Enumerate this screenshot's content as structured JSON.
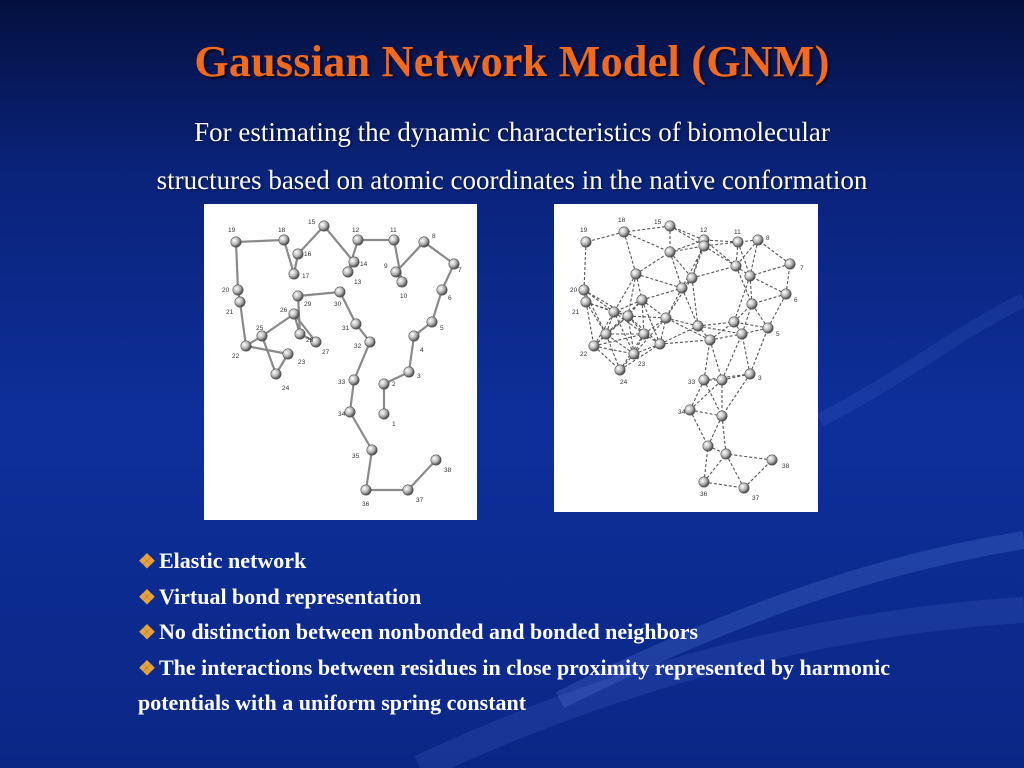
{
  "slide": {
    "title": "Gaussian Network Model (GNM)",
    "subtitle_line1": "For estimating the dynamic characteristics of biomolecular",
    "subtitle_line2": "structures based on atomic coordinates in the native conformation"
  },
  "bullets": [
    {
      "icon": "diamond-bullet-icon",
      "text": "Elastic network"
    },
    {
      "icon": "diamond-bullet-icon",
      "text": "Virtual bond representation"
    },
    {
      "icon": "diamond-bullet-icon",
      "text": "No distinction between nonbonded and bonded neighbors"
    },
    {
      "icon": "diamond-bullet-icon",
      "text": "The interactions between residues in close proximity represented by harmonic potentials with a uniform spring constant"
    }
  ],
  "bullet_glyph": "❖",
  "colors": {
    "title": "#f26a1b",
    "text": "#ffffff",
    "bullet": "#e8a23b",
    "background": "#0e2f9a"
  },
  "figures": {
    "left": {
      "nodes": [
        {
          "id": "1",
          "label": "1"
        },
        {
          "id": "2",
          "label": "2"
        },
        {
          "id": "3",
          "label": "3"
        },
        {
          "id": "4",
          "label": "4"
        },
        {
          "id": "5",
          "label": "5"
        },
        {
          "id": "6",
          "label": "6"
        },
        {
          "id": "7",
          "label": "7"
        },
        {
          "id": "8",
          "label": "8"
        },
        {
          "id": "9",
          "label": "9"
        },
        {
          "id": "10",
          "label": "10"
        },
        {
          "id": "11",
          "label": "11"
        },
        {
          "id": "12",
          "label": "12"
        },
        {
          "id": "13",
          "label": "13"
        },
        {
          "id": "14",
          "label": "14"
        },
        {
          "id": "15",
          "label": "15"
        },
        {
          "id": "16",
          "label": "16"
        },
        {
          "id": "17",
          "label": "17"
        },
        {
          "id": "18",
          "label": "18"
        },
        {
          "id": "19",
          "label": "19"
        },
        {
          "id": "20",
          "label": "20"
        },
        {
          "id": "21",
          "label": "21"
        },
        {
          "id": "22",
          "label": "22"
        },
        {
          "id": "23",
          "label": "23"
        },
        {
          "id": "24",
          "label": "24"
        },
        {
          "id": "25",
          "label": "25"
        },
        {
          "id": "26",
          "label": "26"
        },
        {
          "id": "27",
          "label": "27"
        },
        {
          "id": "28",
          "label": "28"
        },
        {
          "id": "29",
          "label": "29"
        },
        {
          "id": "30",
          "label": "30"
        },
        {
          "id": "31",
          "label": "31"
        },
        {
          "id": "32",
          "label": "32"
        },
        {
          "id": "33",
          "label": "33"
        },
        {
          "id": "34",
          "label": "34"
        },
        {
          "id": "35",
          "label": "35"
        },
        {
          "id": "36",
          "label": "36"
        },
        {
          "id": "37",
          "label": "37"
        },
        {
          "id": "38",
          "label": "38"
        }
      ]
    },
    "right": {
      "nodes": [
        {
          "id": "3",
          "label": "3"
        },
        {
          "id": "5",
          "label": "5"
        },
        {
          "id": "6",
          "label": "6"
        },
        {
          "id": "7",
          "label": "7"
        },
        {
          "id": "8",
          "label": "8"
        },
        {
          "id": "11",
          "label": "11"
        },
        {
          "id": "12",
          "label": "12"
        },
        {
          "id": "15",
          "label": "15"
        },
        {
          "id": "18",
          "label": "18"
        },
        {
          "id": "19",
          "label": "19"
        },
        {
          "id": "20",
          "label": "20"
        },
        {
          "id": "21",
          "label": "21"
        },
        {
          "id": "22",
          "label": "22"
        },
        {
          "id": "23",
          "label": "23"
        },
        {
          "id": "24",
          "label": "24"
        },
        {
          "id": "33",
          "label": "33"
        },
        {
          "id": "34",
          "label": "34"
        },
        {
          "id": "36",
          "label": "36"
        },
        {
          "id": "37",
          "label": "37"
        },
        {
          "id": "38",
          "label": "38"
        }
      ]
    }
  }
}
